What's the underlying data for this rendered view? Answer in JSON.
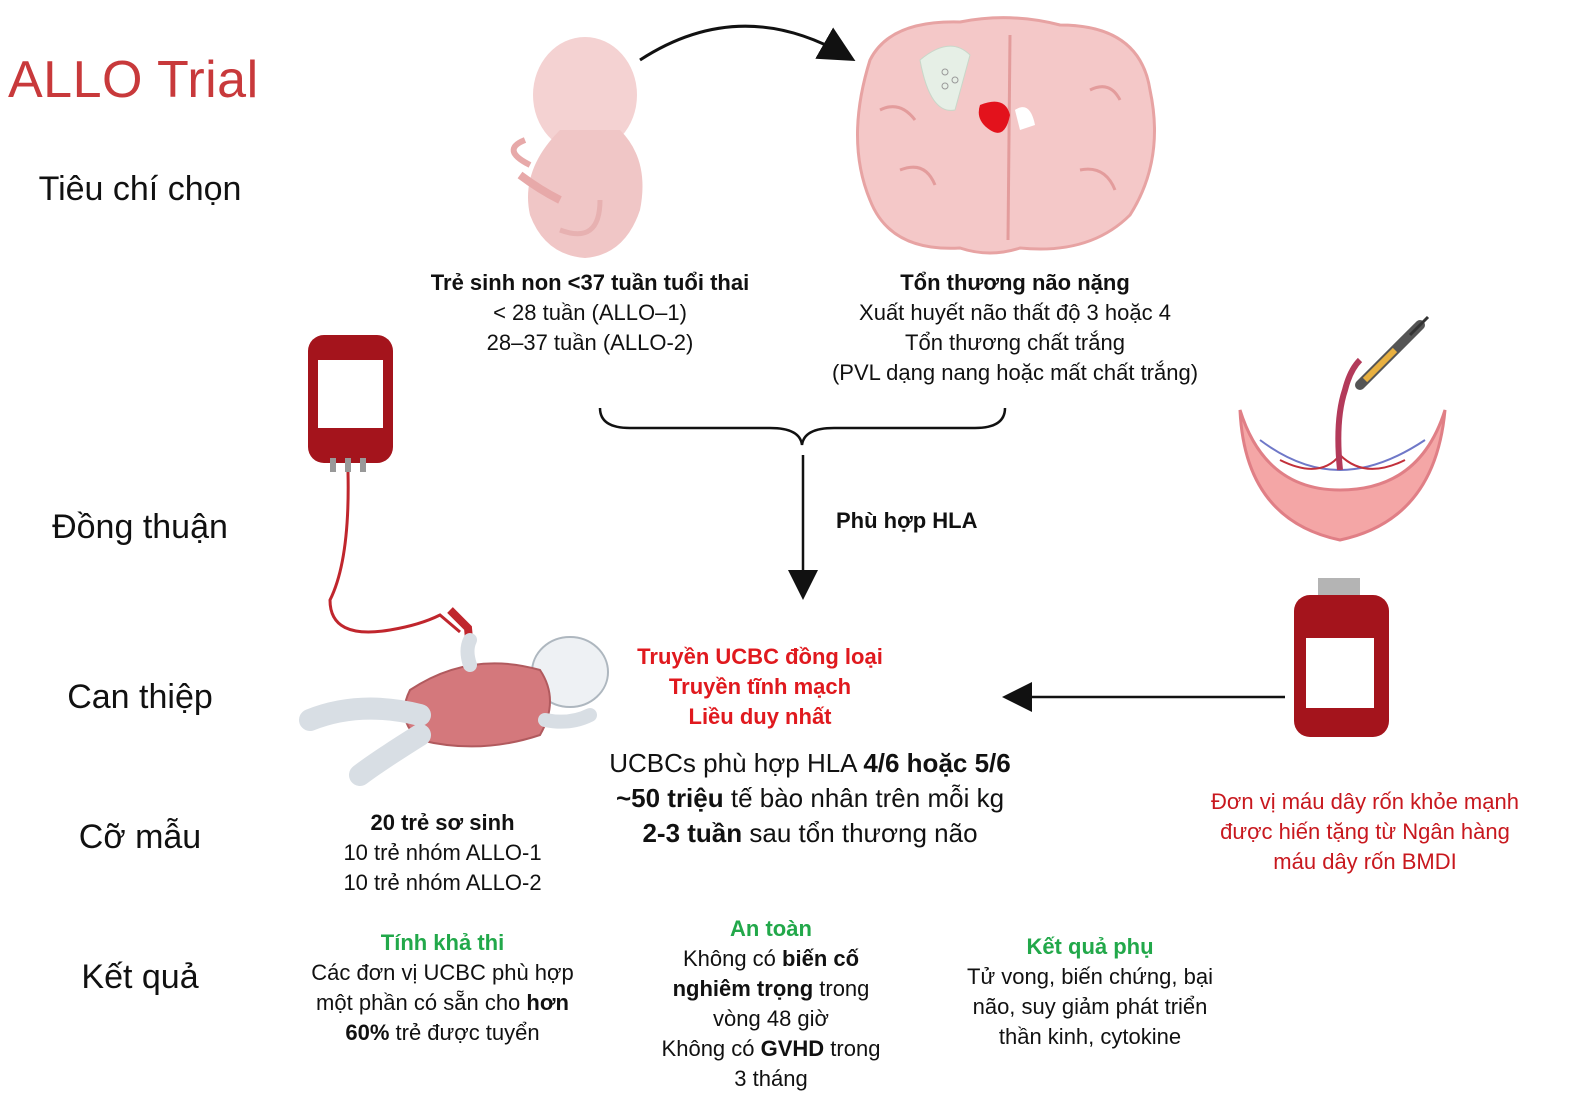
{
  "title": "ALLO Trial",
  "rows": {
    "criteria": "Tiêu chí chọn",
    "consent": "Đồng thuận",
    "intervention": "Can thiệp",
    "sample": "Cỡ mẫu",
    "outcome": "Kết quả"
  },
  "preterm": {
    "heading": "Trẻ sinh non <37 tuần tuổi thai",
    "line1": "< 28 tuần (ALLO–1)",
    "line2": "28–37 tuần (ALLO-2)"
  },
  "brain": {
    "heading": "Tổn thương não nặng",
    "line1": "Xuất huyết não thất độ 3 hoặc 4",
    "line2": "Tổn thương chất trắng",
    "line3": "(PVL dạng nang hoặc mất chất trắng)"
  },
  "hla_match": "Phù hợp HLA",
  "intervention": {
    "l1": "Truyền UCBC đồng loại",
    "l2": "Truyền tĩnh mạch",
    "l3": "Liều duy nhất",
    "d1_pre": "UCBCs phù hợp HLA ",
    "d1_bold": "4/6 hoặc 5/6",
    "d2_bold": "~50 triệu",
    "d2_post": " tế bào nhân trên mỗi kg",
    "d3_bold": "2-3 tuần",
    "d3_post": " sau tổn thương não"
  },
  "donor": {
    "l1": "Đơn vị máu dây rốn khỏe mạnh",
    "l2": "được hiến tặng từ Ngân hàng",
    "l3": "máu dây rốn BMDI"
  },
  "sample": {
    "heading": "20 trẻ sơ sinh",
    "line1": "10 trẻ nhóm ALLO-1",
    "line2": "10 trẻ nhóm ALLO-2"
  },
  "feasibility": {
    "heading": "Tính khả thi",
    "l1": "Các đơn vị UCBC phù hợp",
    "l2_pre": "một phần có sẵn cho ",
    "l2_bold": "hơn",
    "l3_bold": "60%",
    "l3_post": "  trẻ được tuyển"
  },
  "safety": {
    "heading": "An toàn",
    "l1_pre": "Không có ",
    "l1_bold": "biến cố",
    "l2_bold": "nghiêm trọng",
    "l2_post": " trong",
    "l3": "vòng 48 giờ",
    "l4_pre": "Không có ",
    "l4_bold": "GVHD",
    "l4_post": " trong",
    "l5": "3 tháng"
  },
  "secondary": {
    "heading": "Kết quả phụ",
    "l1": "Tử vong, biến chứng, bại",
    "l2": "não, suy giảm phát triển",
    "l3": "thần kinh, cytokine"
  },
  "colors": {
    "title": "#c8393b",
    "red_text": "#e0191e",
    "green_text": "#22a84a",
    "donor_text": "#c8181e",
    "blood": "#a4141c",
    "skin": "#f3cdcc"
  }
}
